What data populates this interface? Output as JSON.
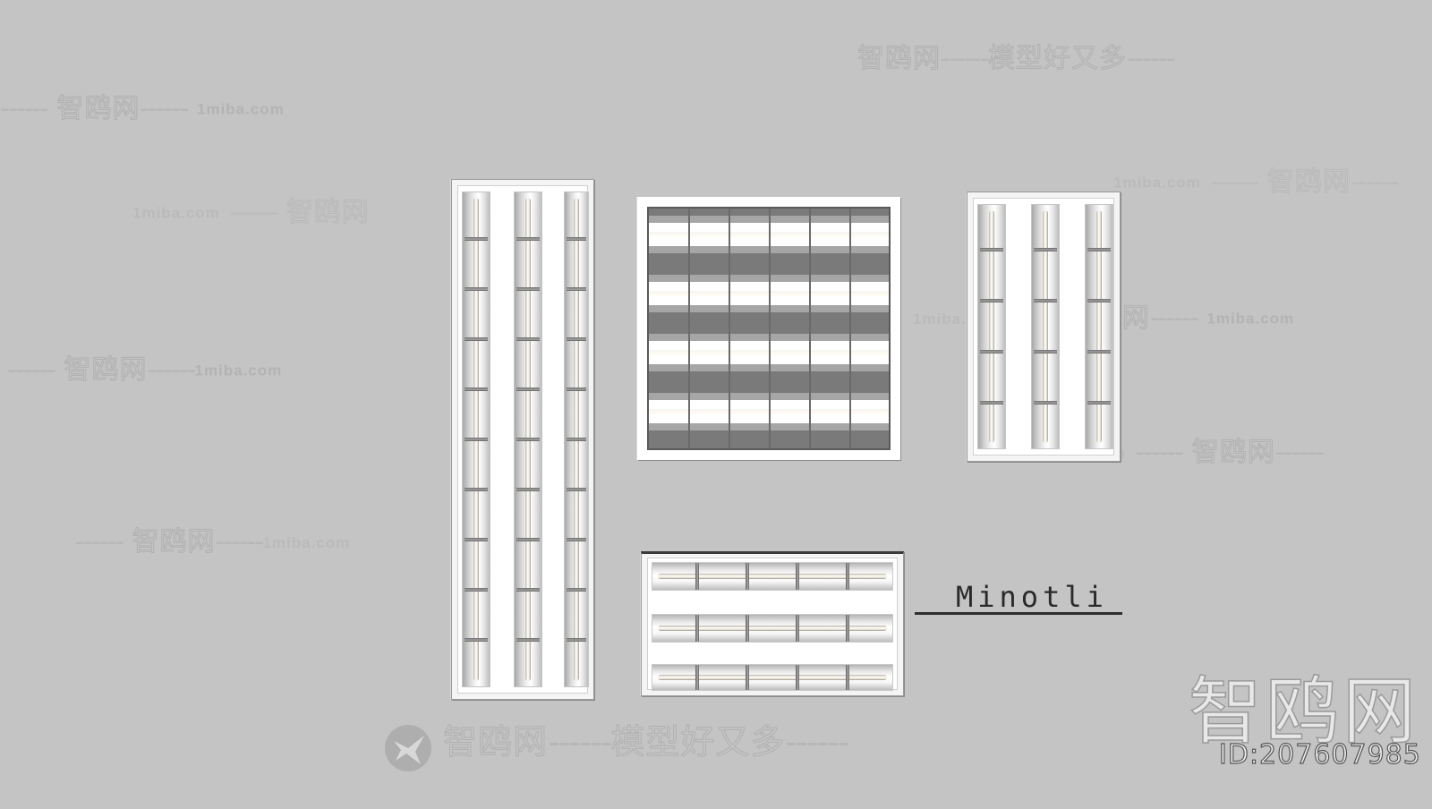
{
  "watermarks": {
    "brand": "智鸥网",
    "slogan": "模型好又多",
    "site": "1miba.com",
    "dash": "------",
    "id_label": "ID:207607985"
  },
  "fixtures": [
    {
      "name": "tall-3-lamp-grille",
      "lamps": 3,
      "orientation": "vertical",
      "cross_bars": 10
    },
    {
      "name": "square-louver-panel",
      "louver_rows": 4,
      "columns": 6
    },
    {
      "name": "small-3-lamp-grille",
      "lamps": 3,
      "orientation": "vertical",
      "cross_bars": 4
    },
    {
      "name": "wide-3-lamp-grille",
      "lamps": 3,
      "orientation": "horizontal",
      "cross_bars": 4
    }
  ],
  "label": {
    "text": "Minotli"
  },
  "colors": {
    "background": "#c4c4c4",
    "frame": "#f4f4f4",
    "label": "#2a2a2a"
  }
}
